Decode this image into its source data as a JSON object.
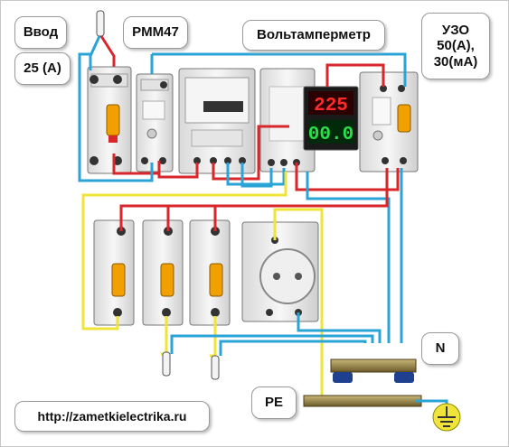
{
  "labels": {
    "vvod": "Ввод",
    "current": "25 (А)",
    "pmm": "PMM47",
    "voltmeter": "Вольтамперметр",
    "uzo": "УЗО\n50(А),\n30(мА)",
    "n_bus": "N",
    "pe_bus": "PE",
    "url": "http://zametkielectrika.ru"
  },
  "display": {
    "voltage": "225",
    "current": "00.0"
  },
  "colors": {
    "phase_wire": "#d8262a",
    "neutral_wire": "#2aa3d6",
    "pe_wire": "#f0e33a",
    "device_body": "#eeeeee",
    "breaker_lever": "#f2a000",
    "display_voltage": "#ff2a2a",
    "display_current": "#2adf4a",
    "bus_bar": "#7a6a3a"
  },
  "icons": {
    "ground": "ground-icon",
    "plug": "plug-icon"
  }
}
